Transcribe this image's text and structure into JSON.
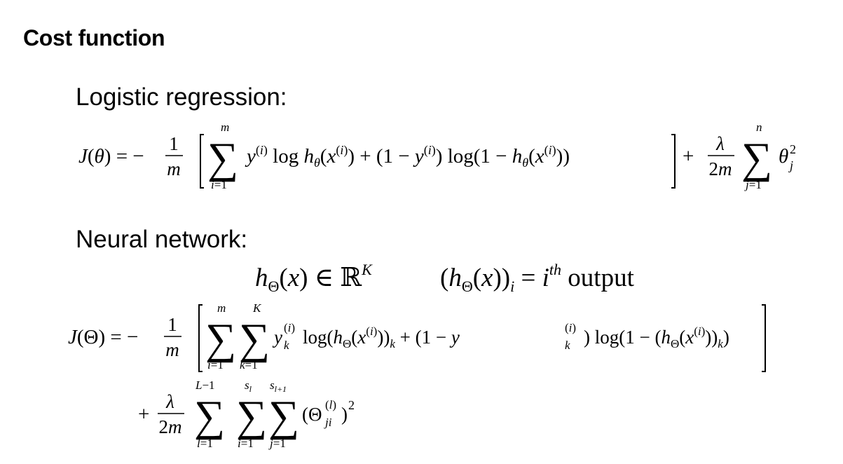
{
  "slide": {
    "title": "Cost function"
  },
  "logistic_regression": {
    "heading": "Logistic regression:",
    "cost_equation": "J(θ) = −(1/m) [ Σ_{i=1}^{m} y^{(i)} log h_θ(x^{(i)}) + (1 − y^{(i)}) log(1 − h_θ(x^{(i)})) ] + (λ/2m) Σ_{j=1}^{n} θ_j^2"
  },
  "neural_network": {
    "heading": "Neural network:",
    "hypothesis_equation": "h_Θ(x) ∈ ℝ^K   (h_Θ(x))_i = i^{th} output",
    "cost_equation": "J(Θ) = −(1/m) [ Σ_{i=1}^{m} Σ_{k=1}^{K} y_k^{(i)} log(h_Θ(x^{(i)}))_k + (1 − y_k^{(i)}) log(1 − (h_Θ(x^{(i)}))_k) ]",
    "regularization_equation": "+ (λ/2m) Σ_{l=1}^{L−1} Σ_{i=1}^{s_l} Σ_{j=1}^{s_{l+1}} (Θ_{ji}^{(l)})^2"
  }
}
